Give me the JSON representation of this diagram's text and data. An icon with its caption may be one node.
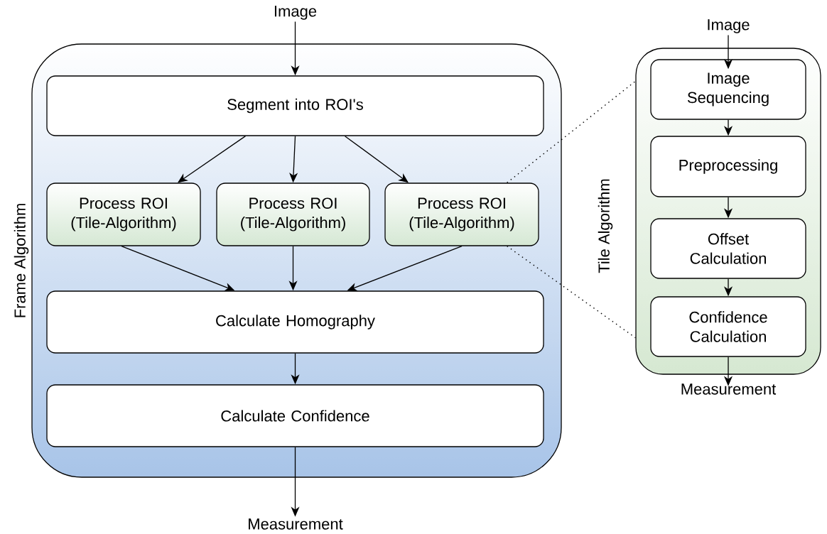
{
  "diagram": {
    "nodes": [
      {
        "text": [
          "Frame Algorithm"
        ]
      },
      {
        "text": [
          "Image"
        ]
      },
      {
        "text": [
          "Segment into ROI's"
        ],
        "in": 0
      },
      {
        "text": [
          "Process ROI (Tile-Algorithm)"
        ],
        "in": 0
      },
      {
        "text": [
          "Process ROI (Tile-Algorithm)"
        ],
        "in": 0
      },
      {
        "text": [
          "Process ROI (Tile-Algorithm)"
        ],
        "in": 0
      },
      {
        "text": [
          "Calculate Homography"
        ],
        "in": 0
      },
      {
        "text": [
          "Calculate Confidence"
        ],
        "in": 0
      },
      {
        "text": [
          "Measurement"
        ]
      },
      {
        "text": [
          "Tile Algorithm"
        ]
      },
      {
        "text": [
          "Image"
        ]
      },
      {
        "text": [
          "Image Sequencing"
        ],
        "in": 9
      },
      {
        "text": [
          "Preprocessing"
        ],
        "in": 9
      },
      {
        "text": [
          "Offset Calculation"
        ],
        "in": 9
      },
      {
        "text": [
          "Confidence Calculation"
        ],
        "in": 9
      },
      {
        "text": [
          "Measurement"
        ]
      }
    ],
    "edges": [
      {
        "from": 1,
        "to": 2,
        "arrow": "to"
      },
      {
        "from": 2,
        "to": 3,
        "arrow": "to"
      },
      {
        "from": 2,
        "to": 4,
        "arrow": "to"
      },
      {
        "from": 2,
        "to": 5,
        "arrow": "to"
      },
      {
        "from": 3,
        "to": 6,
        "arrow": "to"
      },
      {
        "from": 4,
        "to": 6,
        "arrow": "to"
      },
      {
        "from": 5,
        "to": 6,
        "arrow": "to"
      },
      {
        "from": 6,
        "to": 7,
        "arrow": "to"
      },
      {
        "from": 7,
        "to": 8,
        "arrow": "to"
      },
      {
        "from": 5,
        "to": 9,
        "arrow": "none",
        "style": "dashed"
      },
      {
        "from": 5,
        "to": 9,
        "arrow": "none",
        "style": "dashed"
      },
      {
        "from": 10,
        "to": 11,
        "arrow": "to"
      },
      {
        "from": 11,
        "to": 12,
        "arrow": "to"
      },
      {
        "from": 12,
        "to": 13,
        "arrow": "to"
      },
      {
        "from": 13,
        "to": 14,
        "arrow": "to"
      },
      {
        "from": 14,
        "to": 15,
        "arrow": "to"
      }
    ]
  }
}
